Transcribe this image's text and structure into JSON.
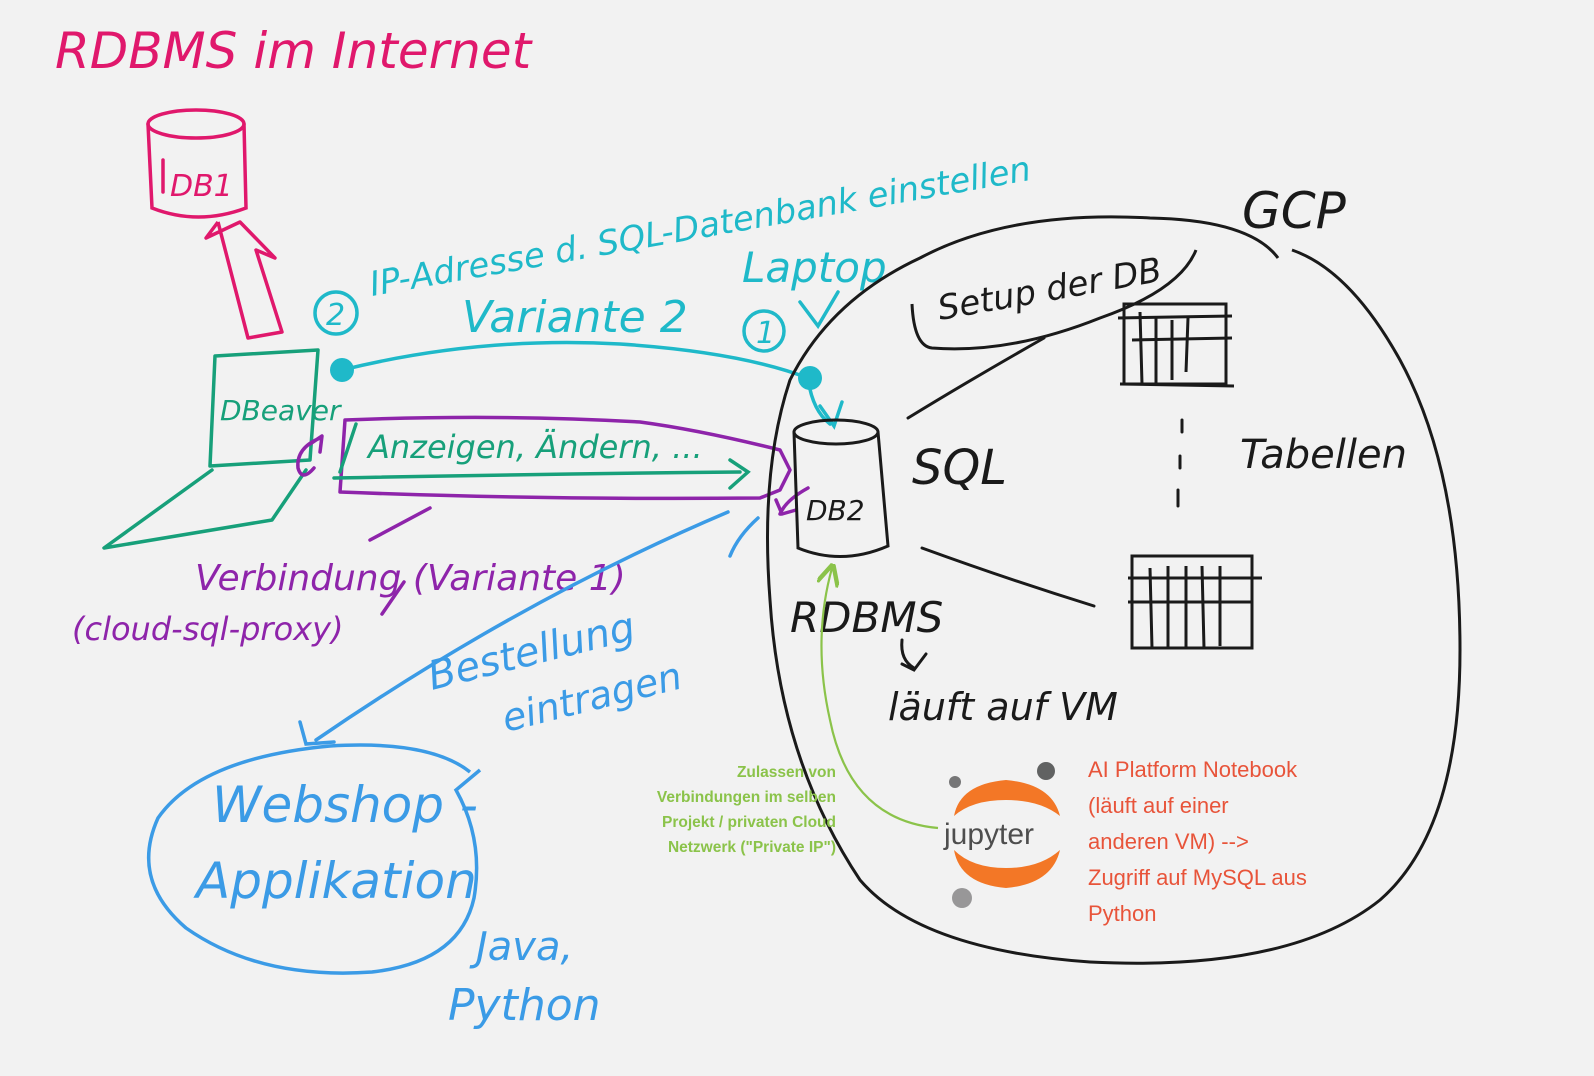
{
  "title": "RDBMS im Internet",
  "labels": {
    "db1": "DB1",
    "dbeaver": "DBeaver",
    "anzeigen": "Anzeigen, Ändern, ...",
    "verbindung": "Verbindung (Variante 1)",
    "proxy": "(cloud-sql-proxy)",
    "ip_adresse": "IP-Adresse d. SQL-Datenbank einstellen",
    "variante2": "Variante 2",
    "num2": "2",
    "num1": "1",
    "laptop": "Laptop",
    "gcp": "GCP",
    "setup": "Setup der DB",
    "sql": "SQL",
    "tabellen": "Tabellen",
    "db2": "DB2",
    "rdbms": "RDBMS",
    "laeuft": "läuft auf VM",
    "bestellung": "Bestellung",
    "eintragen": "eintragen",
    "webshop": "Webshop -",
    "applikation": "Applikation",
    "java": "Java,",
    "python": "Python",
    "jupyter": "jupyter"
  },
  "green_note": [
    "Zulassen von",
    "Verbindungen im selben",
    "Projekt / privaten Cloud",
    "Netzwerk (\"Private IP\")"
  ],
  "red_note": [
    "AI Platform Notebook",
    "(läuft auf einer",
    "anderen VM) -->",
    "Zugriff auf MySQL aus",
    "Python"
  ],
  "colors": {
    "magenta": "#e0186c",
    "teal": "#1fb9c9",
    "green_dark": "#17a07a",
    "purple": "#8e24aa",
    "blue": "#3b9be6",
    "black": "#1a1a1a",
    "light_green": "#8bc34a",
    "red_text": "#e8543a",
    "jupyter_orange": "#f37726",
    "background": "#f2f2f2"
  }
}
